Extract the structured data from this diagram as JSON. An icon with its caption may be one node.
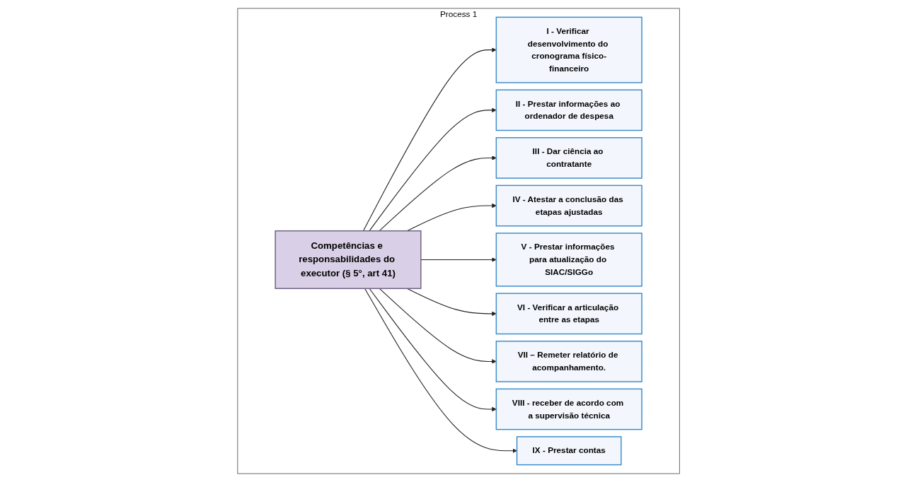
{
  "diagram": {
    "nodes": [
      {
        "text": [
          "Process 1"
        ]
      },
      {
        "text": [
          "Competências e responsabilidades do executor (§ 5°, art 41)"
        ],
        "in": 0
      },
      {
        "text": [
          "I - Verificar desenvolvimento do cronograma físico-financeiro"
        ],
        "in": 0
      },
      {
        "text": [
          "II - Prestar informações ao ordenador de despesa"
        ],
        "in": 0
      },
      {
        "text": [
          "III - Dar ciência ao contratante"
        ],
        "in": 0
      },
      {
        "text": [
          "IV - Atestar a conclusão das etapas ajustadas"
        ],
        "in": 0
      },
      {
        "text": [
          "V - Prestar informações para atualização do SIAC/SIGGo"
        ],
        "in": 0
      },
      {
        "text": [
          "VI - Verificar a articulação entre as etapas"
        ],
        "in": 0
      },
      {
        "text": [
          "VII – Remeter relatório de acompanhamento."
        ],
        "in": 0
      },
      {
        "text": [
          "VIII - receber de acordo com a supervisão técnica"
        ],
        "in": 0
      },
      {
        "text": [
          "IX - Prestar contas"
        ],
        "in": 0
      }
    ],
    "edges": [
      {
        "from": 1,
        "to": 2,
        "arrow": "to"
      },
      {
        "from": 1,
        "to": 3,
        "arrow": "to"
      },
      {
        "from": 1,
        "to": 4,
        "arrow": "to"
      },
      {
        "from": 1,
        "to": 5,
        "arrow": "to"
      },
      {
        "from": 1,
        "to": 6,
        "arrow": "to"
      },
      {
        "from": 1,
        "to": 7,
        "arrow": "to"
      },
      {
        "from": 1,
        "to": 8,
        "arrow": "to"
      },
      {
        "from": 1,
        "to": 9,
        "arrow": "to"
      },
      {
        "from": 1,
        "to": 10,
        "arrow": "to"
      }
    ]
  }
}
